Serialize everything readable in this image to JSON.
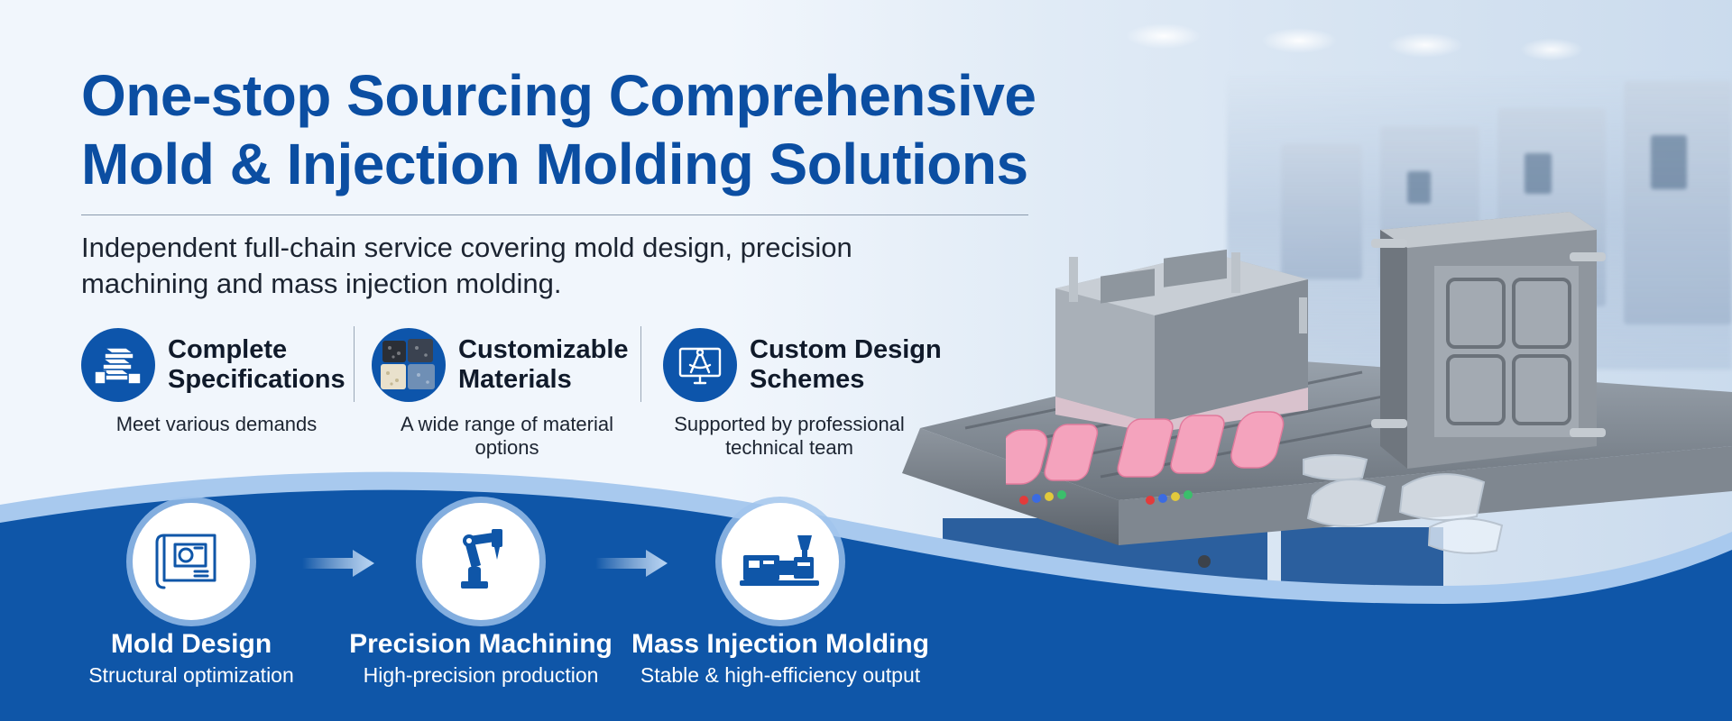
{
  "title": {
    "line1": "One-stop Sourcing Comprehensive",
    "line2": "Mold & Injection Molding Solutions"
  },
  "subtitle": {
    "line1": "Independent full-chain service covering mold design, precision",
    "line2": "machining and mass injection molding."
  },
  "features": [
    {
      "icon": "stacked-blocks-icon",
      "title_line1": "Complete",
      "title_line2": "Specifications",
      "desc_line1": "Meet various demands",
      "desc_line2": ""
    },
    {
      "icon": "material-pellets-icon",
      "title_line1": "Customizable",
      "title_line2": "Materials",
      "desc_line1": "A wide range of material",
      "desc_line2": "options"
    },
    {
      "icon": "design-compass-monitor-icon",
      "title_line1": "Custom Design",
      "title_line2": "Schemes",
      "desc_line1": "Supported by professional",
      "desc_line2": "technical team"
    }
  ],
  "steps": [
    {
      "icon": "blueprint-icon",
      "title": "Mold Design",
      "desc": "Structural optimization"
    },
    {
      "icon": "robot-arm-icon",
      "title": "Precision Machining",
      "desc": "High-precision production"
    },
    {
      "icon": "injection-machine-icon",
      "title": "Mass Injection Molding",
      "desc": "Stable & high-efficiency output"
    }
  ],
  "colors": {
    "brand_blue": "#0b4ea2",
    "icon_blue": "#0d55ab",
    "wave_blue": "#0f56a8",
    "wave_light": "#a8c9ee",
    "part_pink": "#f4a3bd"
  }
}
